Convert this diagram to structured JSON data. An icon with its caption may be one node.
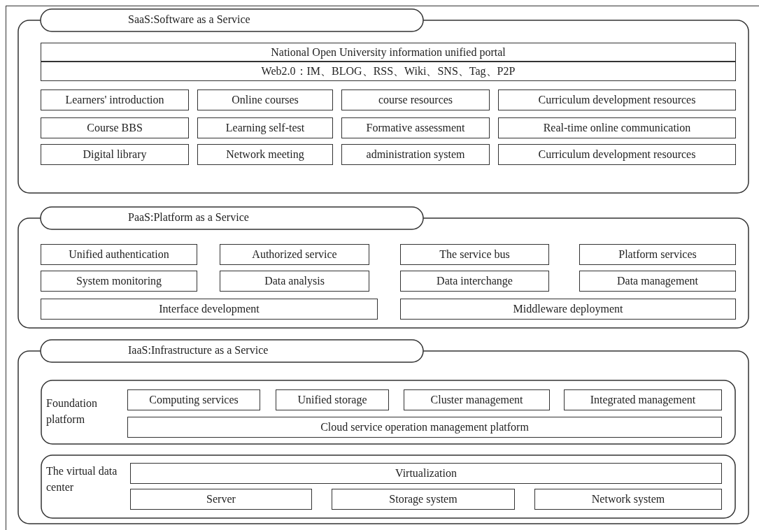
{
  "diagram": {
    "nodes": [
      {
        "text": [
          "SaaS:Software as a Service"
        ]
      },
      {
        "text": [
          "National Open University information unified portal"
        ],
        "in": 0
      },
      {
        "text": [
          "Web2.0：IM、BLOG、RSS、Wiki、SNS、Tag、P2P"
        ],
        "in": 0
      },
      {
        "text": [
          "Learners' introduction"
        ],
        "in": 0
      },
      {
        "text": [
          "Online courses"
        ],
        "in": 0
      },
      {
        "text": [
          "course resources"
        ],
        "in": 0
      },
      {
        "text": [
          "Curriculum development resources"
        ],
        "in": 0
      },
      {
        "text": [
          "Course BBS"
        ],
        "in": 0
      },
      {
        "text": [
          "Learning self-test"
        ],
        "in": 0
      },
      {
        "text": [
          "Formative assessment"
        ],
        "in": 0
      },
      {
        "text": [
          "Real-time online communication"
        ],
        "in": 0
      },
      {
        "text": [
          "Digital library"
        ],
        "in": 0
      },
      {
        "text": [
          "Network meeting"
        ],
        "in": 0
      },
      {
        "text": [
          "administration system"
        ],
        "in": 0
      },
      {
        "text": [
          "Curriculum development resources"
        ],
        "in": 0
      },
      {
        "text": [
          "PaaS:Platform as a Service"
        ]
      },
      {
        "text": [
          "Unified authentication"
        ],
        "in": 15
      },
      {
        "text": [
          "Authorized service"
        ],
        "in": 15
      },
      {
        "text": [
          "The service bus"
        ],
        "in": 15
      },
      {
        "text": [
          "Platform services"
        ],
        "in": 15
      },
      {
        "text": [
          "System monitoring"
        ],
        "in": 15
      },
      {
        "text": [
          "Data analysis"
        ],
        "in": 15
      },
      {
        "text": [
          "Data interchange"
        ],
        "in": 15
      },
      {
        "text": [
          "Data management"
        ],
        "in": 15
      },
      {
        "text": [
          "Interface development"
        ],
        "in": 15
      },
      {
        "text": [
          "Middleware deployment"
        ],
        "in": 15
      },
      {
        "text": [
          "IaaS:Infrastructure as a Service"
        ]
      },
      {
        "text": [
          "Foundation platform"
        ],
        "in": 26
      },
      {
        "text": [
          "Computing services"
        ],
        "in": 27
      },
      {
        "text": [
          "Unified storage"
        ],
        "in": 27
      },
      {
        "text": [
          "Cluster management"
        ],
        "in": 27
      },
      {
        "text": [
          "Integrated management"
        ],
        "in": 27
      },
      {
        "text": [
          "Cloud service operation management platform"
        ],
        "in": 27
      },
      {
        "text": [
          "The virtual data center"
        ],
        "in": 26
      },
      {
        "text": [
          "Virtualization"
        ],
        "in": 33
      },
      {
        "text": [
          "Server"
        ],
        "in": 33
      },
      {
        "text": [
          "Storage system"
        ],
        "in": 33
      },
      {
        "text": [
          "Network system"
        ],
        "in": 33
      }
    ]
  }
}
